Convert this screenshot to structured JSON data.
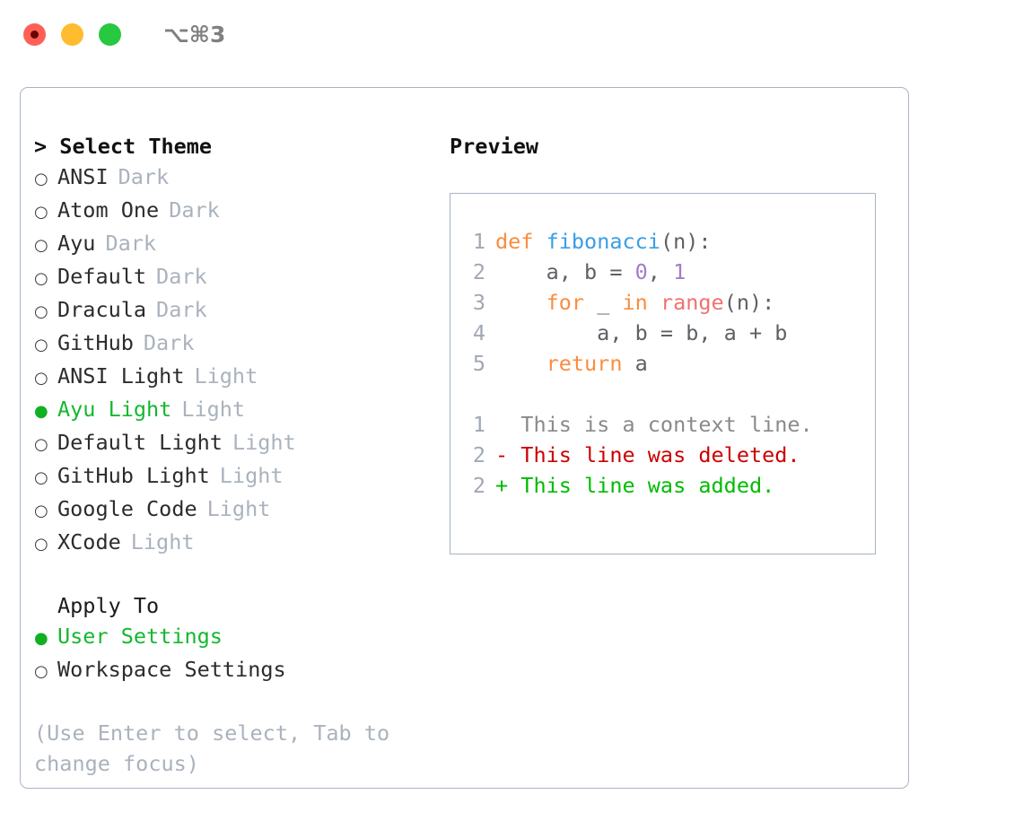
{
  "titlebar": {
    "shortcut": "⌥⌘3",
    "dots": [
      {
        "name": "close",
        "color": "#ff5f57"
      },
      {
        "name": "minimize",
        "color": "#febc2e"
      },
      {
        "name": "maximize",
        "color": "#28c840"
      }
    ]
  },
  "theme_picker": {
    "heading": "> Select Theme",
    "options": [
      {
        "marker": "○",
        "name": "ANSI",
        "tag": "Dark",
        "selected": false
      },
      {
        "marker": "○",
        "name": "Atom One",
        "tag": "Dark",
        "selected": false
      },
      {
        "marker": "○",
        "name": "Ayu",
        "tag": "Dark",
        "selected": false
      },
      {
        "marker": "○",
        "name": "Default",
        "tag": "Dark",
        "selected": false
      },
      {
        "marker": "○",
        "name": "Dracula",
        "tag": "Dark",
        "selected": false
      },
      {
        "marker": "○",
        "name": "GitHub",
        "tag": "Dark",
        "selected": false
      },
      {
        "marker": "○",
        "name": "ANSI Light",
        "tag": "Light",
        "selected": false
      },
      {
        "marker": "●",
        "name": "Ayu Light",
        "tag": "Light",
        "selected": true
      },
      {
        "marker": "○",
        "name": "Default Light",
        "tag": "Light",
        "selected": false
      },
      {
        "marker": "○",
        "name": "GitHub Light",
        "tag": "Light",
        "selected": false
      },
      {
        "marker": "○",
        "name": "Google Code",
        "tag": "Light",
        "selected": false
      },
      {
        "marker": "○",
        "name": "XCode",
        "tag": "Light",
        "selected": false
      }
    ]
  },
  "apply_to": {
    "heading": "Apply To",
    "options": [
      {
        "marker": "●",
        "name": "User Settings",
        "selected": true
      },
      {
        "marker": "○",
        "name": "Workspace Settings",
        "selected": false
      }
    ]
  },
  "hint": "(Use Enter to select, Tab to change focus)",
  "preview": {
    "title": "Preview",
    "code_lines": [
      {
        "lineno": "1",
        "tokens": [
          {
            "t": "def",
            "c": "kw"
          },
          {
            "t": " ",
            "c": "pl"
          },
          {
            "t": "fibonacci",
            "c": "fn"
          },
          {
            "t": "(n):",
            "c": "pl"
          }
        ]
      },
      {
        "lineno": "2",
        "tokens": [
          {
            "t": "    a, b = ",
            "c": "pl"
          },
          {
            "t": "0",
            "c": "num"
          },
          {
            "t": ", ",
            "c": "pl"
          },
          {
            "t": "1",
            "c": "num"
          }
        ]
      },
      {
        "lineno": "3",
        "tokens": [
          {
            "t": "    ",
            "c": "pl"
          },
          {
            "t": "for",
            "c": "kw"
          },
          {
            "t": " _ ",
            "c": "pl"
          },
          {
            "t": "in",
            "c": "kw"
          },
          {
            "t": " ",
            "c": "pl"
          },
          {
            "t": "range",
            "c": "bi"
          },
          {
            "t": "(n):",
            "c": "pl"
          }
        ]
      },
      {
        "lineno": "4",
        "tokens": [
          {
            "t": "        a, b = b, a + b",
            "c": "pl"
          }
        ]
      },
      {
        "lineno": "5",
        "tokens": [
          {
            "t": "    ",
            "c": "pl"
          },
          {
            "t": "return",
            "c": "kw"
          },
          {
            "t": " a",
            "c": "pl"
          }
        ]
      }
    ],
    "diff_lines": [
      {
        "lineno": "1",
        "prefix": "  ",
        "text": "This is a context line.",
        "kind": "ctx"
      },
      {
        "lineno": "2",
        "prefix": "- ",
        "text": "This line was deleted.",
        "kind": "del"
      },
      {
        "lineno": "2",
        "prefix": "+ ",
        "text": "This line was added.",
        "kind": "add"
      }
    ]
  },
  "colors": {
    "accent_green": "#14b82e",
    "muted": "#aab2bd",
    "border": "#a9b4c4",
    "kw": "#fa8d3e",
    "fn": "#399ee6",
    "num": "#a37acc",
    "builtin": "#f07171",
    "plain": "#5c6166",
    "diff_add": "#00bb00",
    "diff_del": "#cc0000",
    "diff_ctx": "#8a8a8a"
  }
}
